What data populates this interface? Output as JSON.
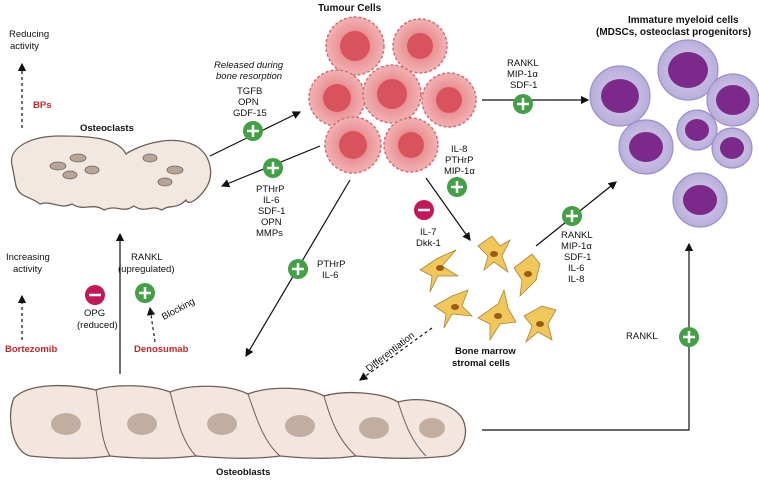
{
  "labels": {
    "tumour_cells": "Tumour Cells",
    "myeloid_title": "Immature myeloid cells",
    "myeloid_sub": "(MDSCs, osteoclast progenitors)",
    "osteoclasts": "Osteoclasts",
    "osteoblasts": "Osteoblasts",
    "stromal_1": "Bone marrow",
    "stromal_2": "stromal cells",
    "reducing_1": "Reducing",
    "reducing_2": "activity",
    "increasing_1": "Increasing",
    "increasing_2": "activity",
    "bps": "BPs",
    "bortezomib": "Bortezomib",
    "denosumab": "Denosumab",
    "blocking": "Blocking",
    "differentiation": "Differentiation"
  },
  "factor_lists": {
    "released_note": [
      "Released during",
      "bone resorption"
    ],
    "bone_resorption": [
      "TGFB",
      "OPN",
      "GDF-15"
    ],
    "tumour_to_myeloid": [
      "RANKL",
      "MIP-1α",
      "SDF-1"
    ],
    "tumour_to_stromal": [
      "IL-8",
      "PTHrP",
      "MIP-1α"
    ],
    "tumour_to_osteoclast": [
      "PTHrP",
      "IL-6",
      "SDF-1",
      "OPN",
      "MMPs"
    ],
    "tumour_to_osteoblast": [
      "PTHrP",
      "IL-6"
    ],
    "stromal_inhibit": [
      "IL-7",
      "Dkk-1"
    ],
    "stromal_to_myeloid": [
      "RANKL",
      "MIP-1α",
      "SDF-1",
      "IL-6",
      "IL-8"
    ],
    "osteoblast_to_myeloid": [
      "RANKL"
    ],
    "rankl_up": [
      "RANKL",
      "(upregulated)"
    ],
    "opg": [
      "OPG",
      "(reduced)"
    ]
  },
  "colors": {
    "plus": "#43a047",
    "minus": "#c2185b",
    "drug": "#c62828",
    "tumour": "#e6878b",
    "myeloid_nucleus": "#7b2a8c",
    "osteoblast": "#f3e6de",
    "stromal": "#f0c75a"
  }
}
